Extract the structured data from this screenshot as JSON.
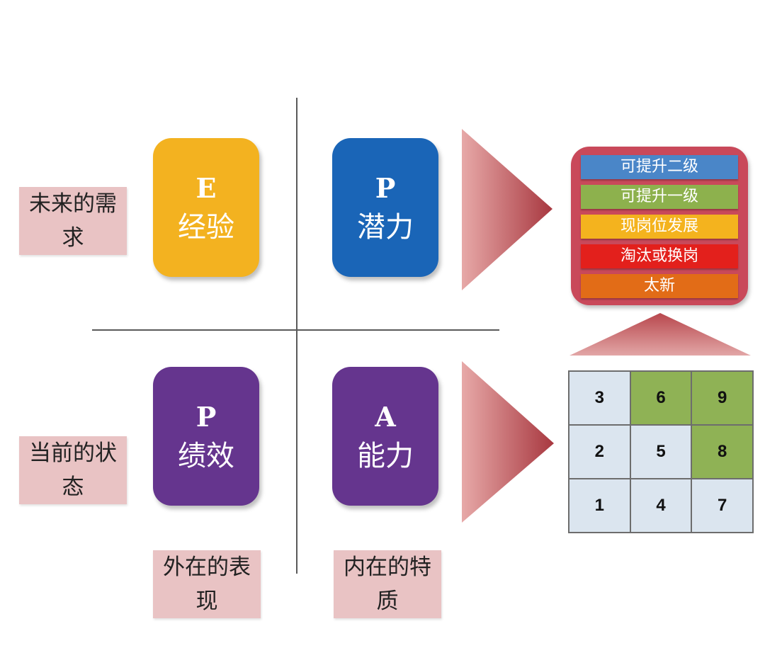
{
  "row_labels": {
    "future": "未来的需求",
    "current": "当前的状态"
  },
  "column_labels": {
    "external": "外在的表现",
    "internal": "内在的特质"
  },
  "tiles": {
    "experience": {
      "letter": "E",
      "word": "经验",
      "color": "#f3b220"
    },
    "potential": {
      "letter": "P",
      "word": "潜力",
      "color": "#1a65b7"
    },
    "performance": {
      "letter": "P",
      "word": "绩效",
      "color": "#65358e"
    },
    "ability": {
      "letter": "A",
      "word": "能力",
      "color": "#65358e"
    }
  },
  "stack": {
    "frame_color": "#c9495a",
    "levels": [
      {
        "label": "可提升二级",
        "color": "#4a86c8"
      },
      {
        "label": "可提升一级",
        "color": "#8db14d"
      },
      {
        "label": "现岗位发展",
        "color": "#f4b31e"
      },
      {
        "label": "淘汰或换岗",
        "color": "#e3201c"
      },
      {
        "label": "太新",
        "color": "#e26c17"
      }
    ]
  },
  "grid": {
    "light_color": "#dbe5ef",
    "highlight_color": "#8fb255",
    "rows": [
      [
        {
          "value": "3",
          "highlight": false
        },
        {
          "value": "6",
          "highlight": true
        },
        {
          "value": "9",
          "highlight": true
        }
      ],
      [
        {
          "value": "2",
          "highlight": false
        },
        {
          "value": "5",
          "highlight": false
        },
        {
          "value": "8",
          "highlight": true
        }
      ],
      [
        {
          "value": "1",
          "highlight": false
        },
        {
          "value": "4",
          "highlight": false
        },
        {
          "value": "7",
          "highlight": false
        }
      ]
    ]
  },
  "arrow_color": "#b94a4f"
}
